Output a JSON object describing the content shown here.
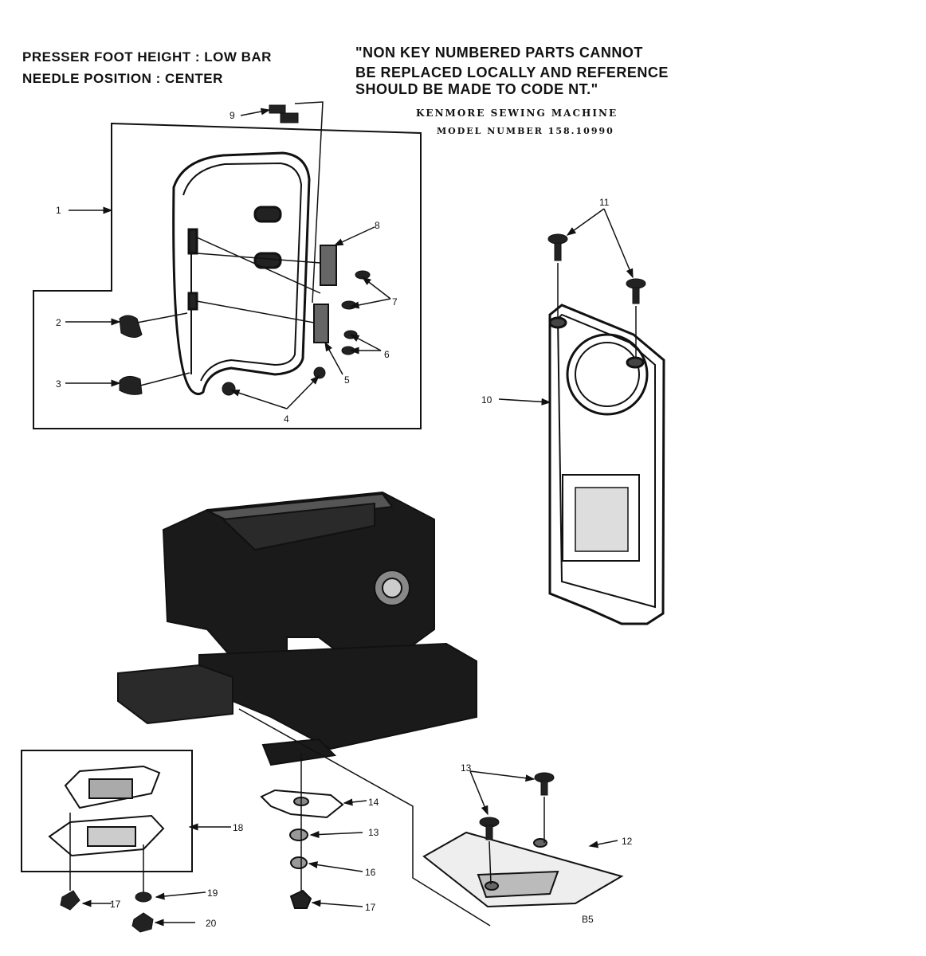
{
  "header": {
    "spec_line_1": "PRESSER FOOT HEIGHT : LOW BAR",
    "spec_line_2": "NEEDLE POSITION : CENTER",
    "note_line_1": "\"NON KEY NUMBERED PARTS CANNOT",
    "note_line_2": "BE REPLACED LOCALLY AND REFERENCE",
    "note_line_3": "SHOULD BE MADE TO CODE NT.\"",
    "brand": "KENMORE SEWING MACHINE",
    "model": "MODEL NUMBER 158.10990"
  },
  "callouts": {
    "c1": "1",
    "c2": "2",
    "c3": "3",
    "c4": "4",
    "c5": "5",
    "c6": "6",
    "c7": "7",
    "c8": "8",
    "c9": "9",
    "c10": "10",
    "c11": "11",
    "c12": "12",
    "c13a": "13",
    "c13b": "13",
    "c14": "14",
    "c16": "16",
    "c17a": "17",
    "c17b": "17",
    "c18": "18",
    "c19": "19",
    "c20": "20"
  },
  "footer": {
    "page_code": "B5"
  }
}
